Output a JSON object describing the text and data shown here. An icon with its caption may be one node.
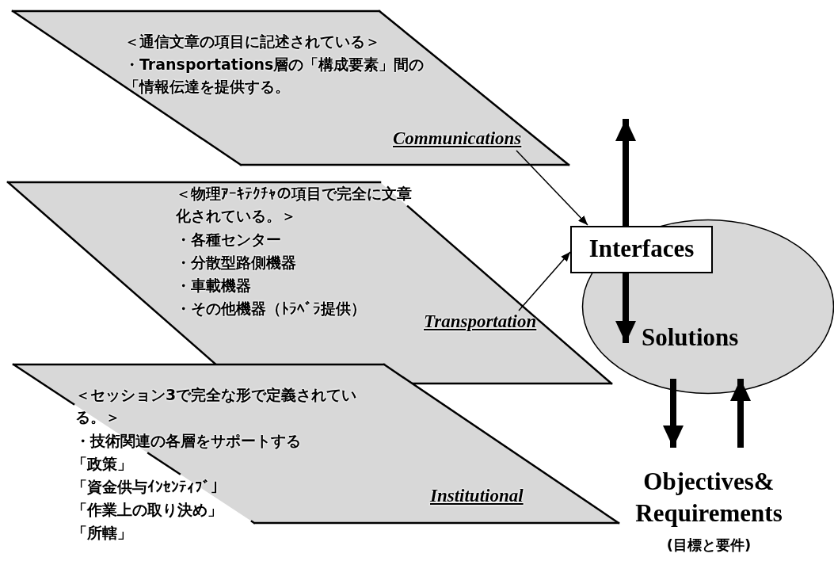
{
  "diagram": {
    "nodes": [
      {
        "text": [
          "＜通信文章の項目に記述されている＞",
          "・Transportations層の「構成要素」間の「情報伝達を提供する。",
          "Communications"
        ]
      },
      {
        "text": [
          "＜物理ｱｰｷﾃｸﾁｬの項目で完全に文章化されている。＞",
          "・各種センター",
          "・分散型路側機器",
          "・車載機器",
          "・その他機器（ﾄﾗﾍﾞﾗ提供）",
          "Transportation"
        ]
      },
      {
        "text": [
          "＜セッション3で完全な形で定義されている。＞",
          "・技術関連の各層をサポートする",
          "「政策」",
          "「資金供与ｲﾝｾﾝﾃｨﾌﾞ」",
          "「作業上の取り決め」",
          "「所轄」",
          "Institutional"
        ]
      },
      {
        "text": [
          "Solutions"
        ]
      },
      {
        "text": [
          "Interfaces"
        ]
      },
      {
        "text": [
          "Objectives& Requirements",
          "(目標と要件)"
        ]
      }
    ],
    "edges": [
      {
        "from": 0,
        "to": 4,
        "arrow": "to"
      },
      {
        "from": 1,
        "to": 4,
        "arrow": "to"
      },
      {
        "from": 4,
        "to": null,
        "arrow": "to"
      },
      {
        "from": 4,
        "to": 3,
        "arrow": "to"
      },
      {
        "from": 3,
        "to": 5,
        "arrow": "to"
      },
      {
        "from": 5,
        "to": 3,
        "arrow": "to"
      }
    ]
  }
}
